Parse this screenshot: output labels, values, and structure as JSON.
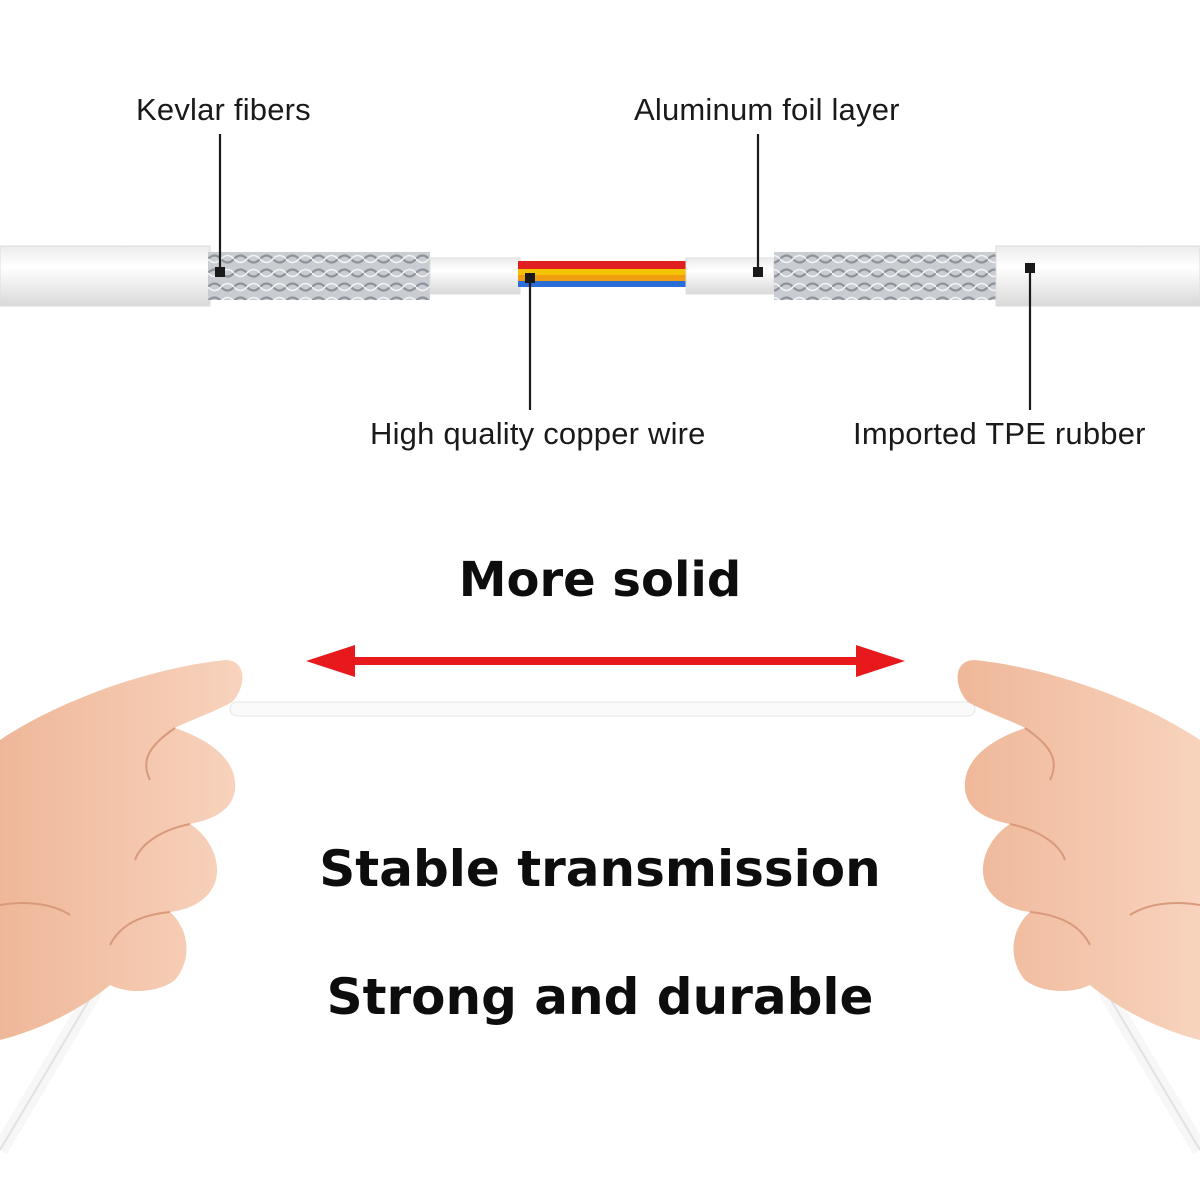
{
  "cable_labels": {
    "kevlar": "Kevlar fibers",
    "aluminum": "Aluminum foil layer",
    "copper": "High quality copper wire",
    "tpe": "Imported TPE rubber"
  },
  "headlines": {
    "solid": "More solid",
    "stable": "Stable transmission",
    "strong": "Strong and durable"
  },
  "colors": {
    "arrow": "#e8191c",
    "wire_red": "#e02020",
    "wire_yellow": "#f5c400",
    "wire_blue": "#2b6fd6",
    "skin": "#f6c9ad"
  }
}
